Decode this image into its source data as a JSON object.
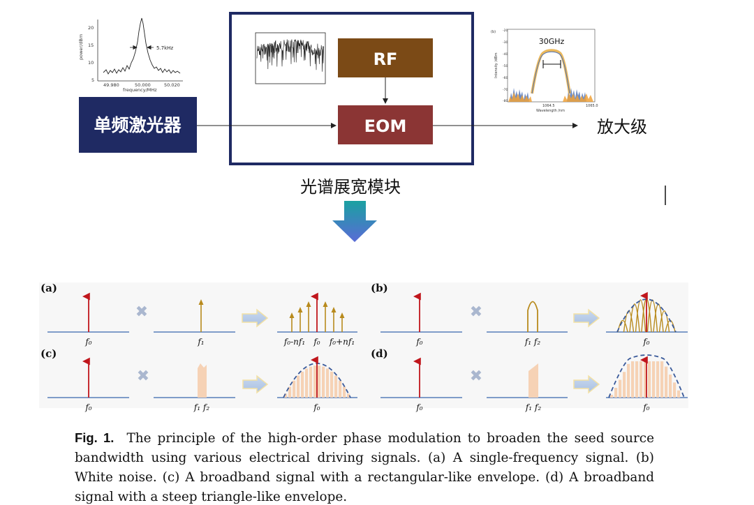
{
  "top_diagram": {
    "laser_label": "单频激光器",
    "rf_label": "RF",
    "eom_label": "EOM",
    "amplifier_label": "放大级",
    "module_label": "光谱展宽模块",
    "colors": {
      "laser_box": "#1f2a63",
      "rf_box": "#7b4a16",
      "eom_box": "#8b3534",
      "module_border": "#1f2a63"
    },
    "inset_linewidth": {
      "ylabel": "power/dBm",
      "xlabel": "frequency/MHz",
      "y_ticks": [
        "20",
        "15",
        "10",
        "5"
      ],
      "x_ticks": [
        "49.980",
        "50.000",
        "50.020"
      ],
      "annotation": "5.7kHz"
    },
    "inset_spectrum": {
      "panel_label": "(b)",
      "annotation": "30GHz",
      "ylabel": "Intensity /dBm",
      "xlabel": "Wavelength /nm",
      "y_ticks": [
        "-20",
        "-30",
        "-40",
        "-50",
        "-60",
        "-70",
        "-80"
      ],
      "x_ticks": [
        "1064.5",
        "1065.0"
      ]
    }
  },
  "figure": {
    "panels": [
      {
        "label": "(a)",
        "carrier": "f₀",
        "modulation": "f₁",
        "result_labels": [
          "f₀-nf₁",
          "f₀",
          "f₀+nf₁"
        ]
      },
      {
        "label": "(b)",
        "carrier": "f₀",
        "modulation": "f₁ f₂",
        "result_labels": [
          "f₀"
        ]
      },
      {
        "label": "(c)",
        "carrier": "f₀",
        "modulation": "f₁ f₂",
        "result_labels": [
          "f₀"
        ]
      },
      {
        "label": "(d)",
        "carrier": "f₀",
        "modulation": "f₁ f₂",
        "result_labels": [
          "f₀"
        ]
      }
    ],
    "caption_label": "Fig. 1.",
    "caption_text": "The principle of the high-order phase modulation to broaden the seed source bandwidth using various electrical driving signals. (a) A single-frequency signal. (b) White noise. (c) A broadband signal with a rectangular-like envelope. (d) A broadband signal with a steep triangle-like envelope."
  }
}
